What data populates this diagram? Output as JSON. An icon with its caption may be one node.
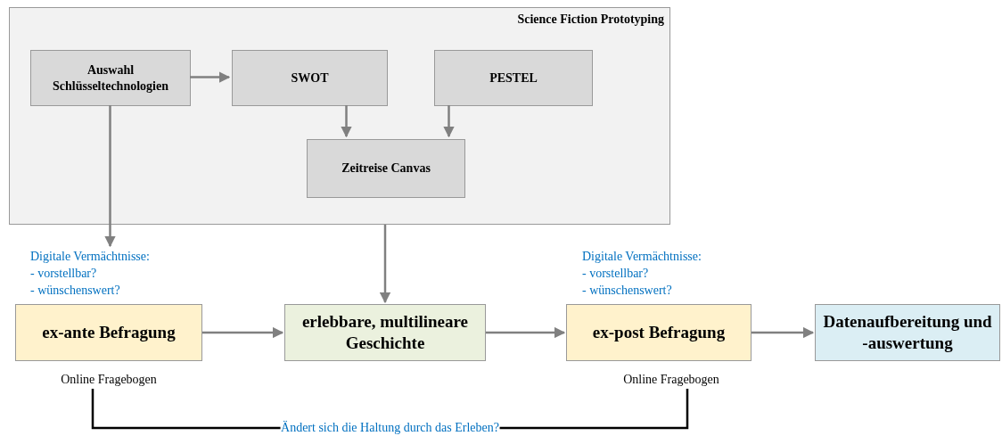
{
  "diagram": {
    "nodes": [
      {
        "text": [
          "Science Fiction Prototyping"
        ]
      },
      {
        "text": [
          "Auswahl Schlüsseltechnologien"
        ],
        "in": 0
      },
      {
        "text": [
          "SWOT"
        ],
        "in": 0
      },
      {
        "text": [
          "PESTEL"
        ],
        "in": 0
      },
      {
        "text": [
          "Zeitreise Canvas"
        ],
        "in": 0
      },
      {
        "text": [
          "ex-ante Befragung"
        ]
      },
      {
        "text": [
          "erlebbare, multilineare Geschichte"
        ]
      },
      {
        "text": [
          "ex-post Befragung"
        ]
      },
      {
        "text": [
          "Datenaufbereitung und -auswertung"
        ]
      },
      {
        "text": [
          "Online Fragebogen"
        ]
      },
      {
        "text": [
          "Online Fragebogen"
        ]
      },
      {
        "text": [
          "Digitale Vermächtnisse:",
          "- vorstellbar?",
          "- wünschenswert?"
        ]
      }
    ],
    "edges": [
      {
        "from": 1,
        "to": 2,
        "arrow": "to"
      },
      {
        "from": 2,
        "to": 4,
        "arrow": "to"
      },
      {
        "from": 3,
        "to": 4,
        "arrow": "to"
      },
      {
        "from": 1,
        "to": 11,
        "arrow": "to"
      },
      {
        "from": 0,
        "to": 6,
        "arrow": "to"
      },
      {
        "from": 5,
        "to": 6,
        "arrow": "to"
      },
      {
        "from": 6,
        "to": 7,
        "arrow": "to"
      },
      {
        "from": 7,
        "to": 8,
        "arrow": "to"
      },
      {
        "from": 9,
        "to": 10,
        "arrow": "none",
        "label": "Ändert sich die Haltung durch das Erleben?",
        "color": "#000000"
      }
    ],
    "labels": [
      "Digitale Vermächtnisse:",
      "- vorstellbar?",
      "- wünschenswert?"
    ]
  }
}
